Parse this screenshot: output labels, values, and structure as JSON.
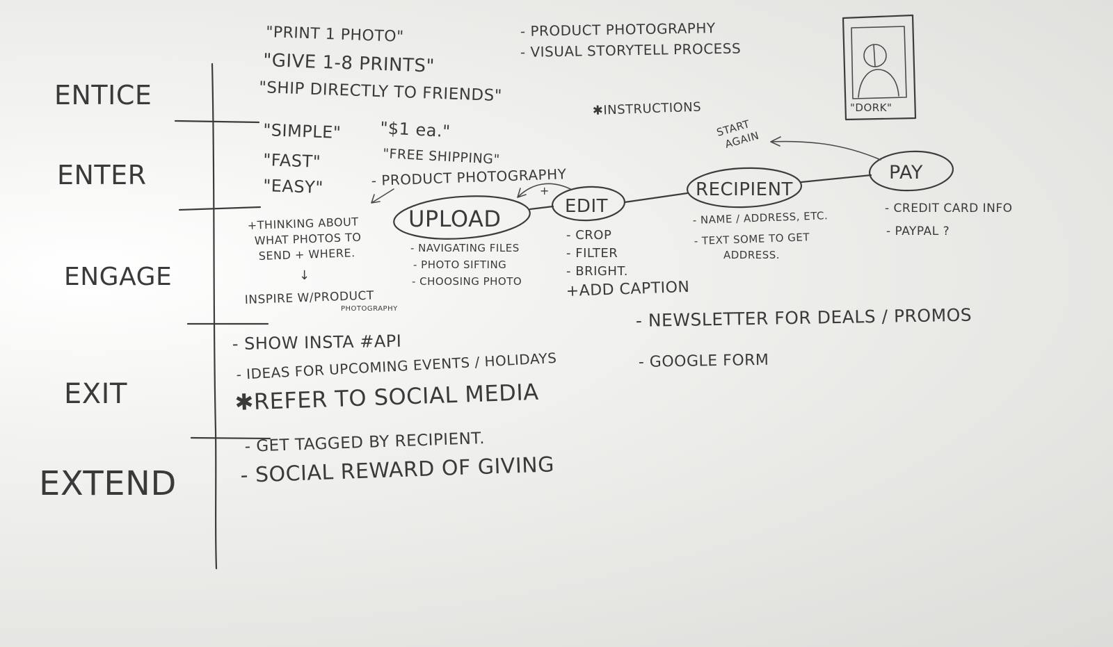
{
  "stages": [
    "ENTICE",
    "ENTER",
    "ENGAGE",
    "EXIT",
    "EXTEND"
  ],
  "entice": {
    "quotes": [
      "\"PRINT 1 PHOTO\"",
      "\"GIVE 1-8 PRINTS\"",
      "\"SHIP DIRECTLY TO FRIENDS\""
    ],
    "notes": [
      "- PRODUCT PHOTOGRAPHY",
      "- VISUAL STORYTELL PROCESS"
    ],
    "sketch_caption": "\"DORK\""
  },
  "enter": {
    "quotes_left": [
      "\"SIMPLE\"",
      "\"FAST\"",
      "\"EASY\""
    ],
    "price": "\"$1 ea.\"",
    "free_shipping": "\"FREE SHIPPING\"",
    "product_photography": "- PRODUCT PHOTOGRAPHY",
    "instructions": "✱INSTRUCTIONS"
  },
  "flow": {
    "upload": "UPLOAD",
    "edit": "EDIT",
    "recipient": "RECIPIENT",
    "pay": "PAY",
    "start_again": [
      "START",
      "AGAIN"
    ],
    "plus": "+"
  },
  "engage": {
    "thinking": [
      "+THINKING ABOUT",
      "WHAT PHOTOS TO",
      "SEND + WHERE."
    ],
    "arrow": "↓",
    "inspire": "INSPIRE W/PRODUCT",
    "inspire_sub": "PHOTOGRAPHY",
    "upload_notes": [
      "- NAVIGATING FILES",
      "- PHOTO SIFTING",
      "- CHOOSING PHOTO"
    ],
    "edit_notes": [
      "- CROP",
      "- FILTER",
      "- BRIGHT."
    ],
    "add_caption": "+ADD CAPTION",
    "recipient_notes": [
      "- NAME / ADDRESS, ETC.",
      "- TEXT SOME TO GET",
      "ADDRESS."
    ],
    "pay_notes": [
      "- CREDIT CARD INFO",
      "- PAYPAL ?"
    ]
  },
  "exit": {
    "left": [
      "- SHOW INSTA #API",
      "- IDEAS FOR UPCOMING EVENTS / HOLIDAYS"
    ],
    "refer": "✱REFER TO SOCIAL MEDIA",
    "right": [
      "- NEWSLETTER FOR DEALS / PROMOS",
      "- GOOGLE FORM"
    ]
  },
  "extend": {
    "items": [
      "- GET TAGGED BY RECIPIENT.",
      "- SOCIAL REWARD OF GIVING"
    ]
  },
  "colors": {
    "marker": "#3a3a3a",
    "board": "#e6e6e3"
  }
}
